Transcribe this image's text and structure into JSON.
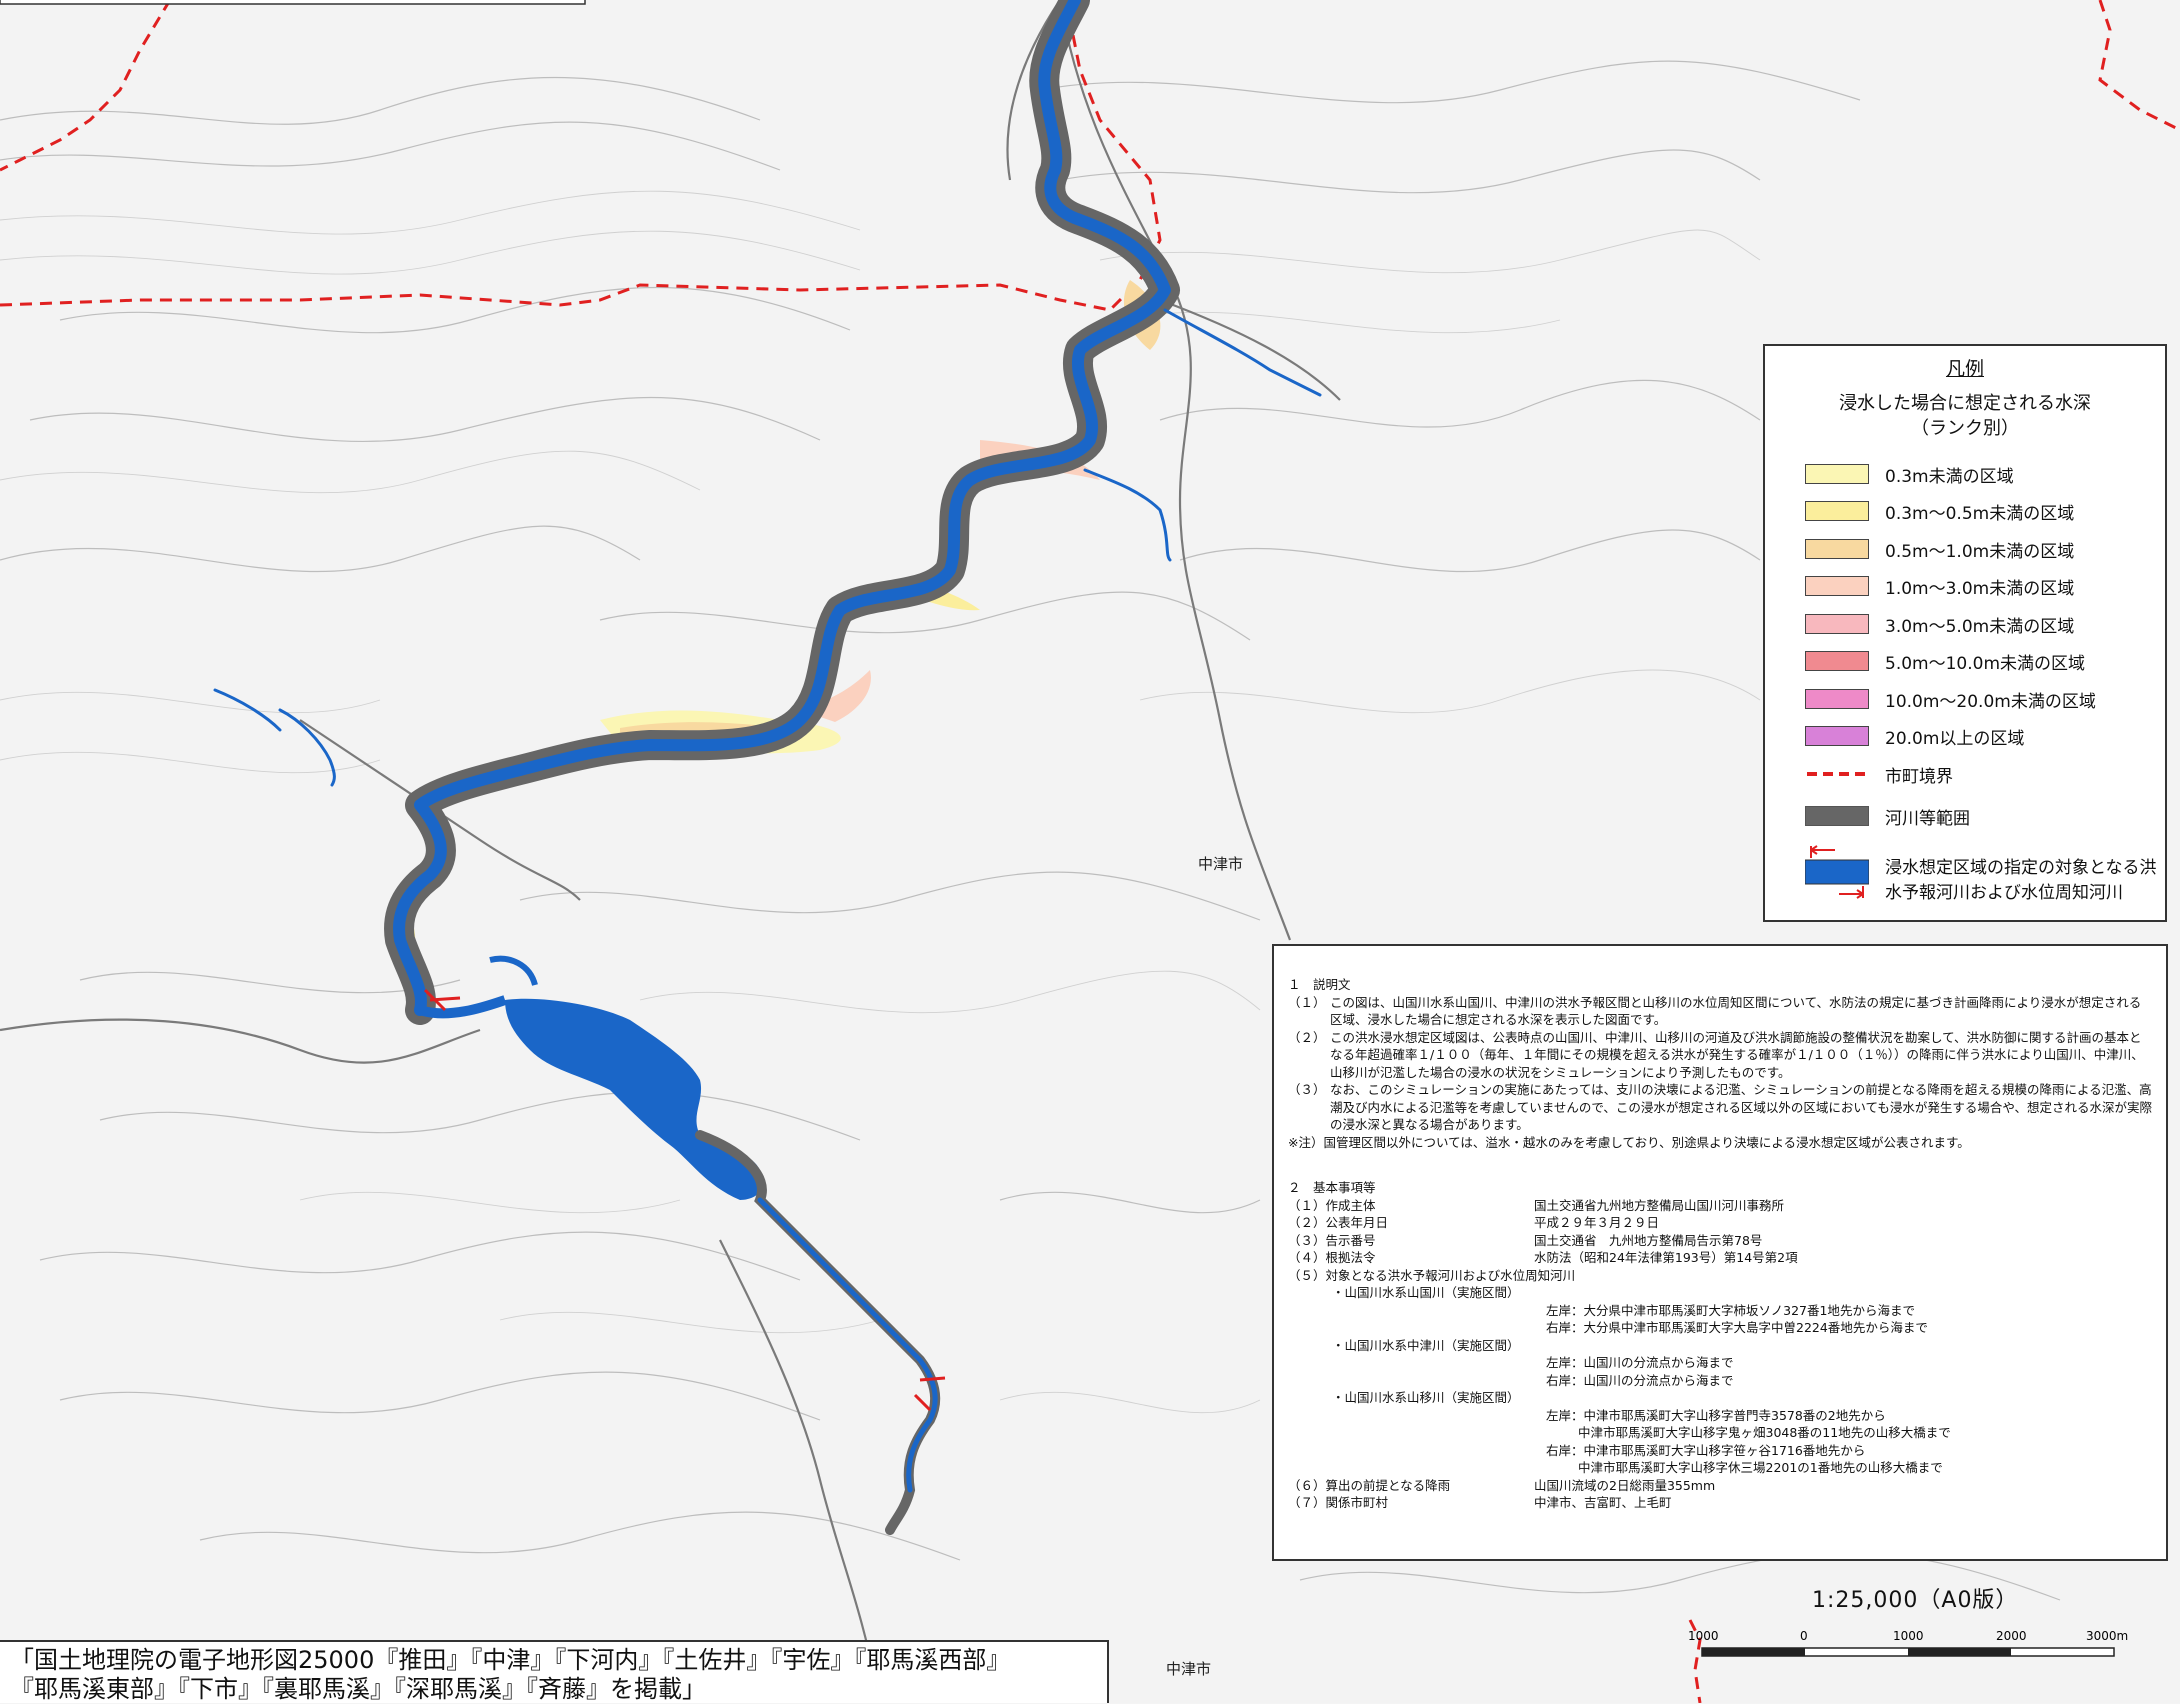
{
  "legend": {
    "title": "凡例",
    "subtitle_1": "浸水した場合に想定される水深",
    "subtitle_2": "（ランク別）",
    "items": [
      {
        "label": "0.3m未満の区域",
        "color": "#fbf6b4"
      },
      {
        "label": "0.3m～0.5m未満の区域",
        "color": "#fbee9c"
      },
      {
        "label": "0.5m～1.0m未満の区域",
        "color": "#f8d9a0"
      },
      {
        "label": "1.0m～3.0m未満の区域",
        "color": "#fbd1bf"
      },
      {
        "label": "3.0m～5.0m未満の区域",
        "color": "#f8b8be"
      },
      {
        "label": "5.0m～10.0m未満の区域",
        "color": "#f08a90"
      },
      {
        "label": "10.0m～20.0m未満の区域",
        "color": "#ee8ac8"
      },
      {
        "label": "20.0m以上の区域",
        "color": "#d881d8"
      }
    ],
    "boundary_label": "市町境界",
    "river_area_label": "河川等範囲",
    "target_river_label": "浸水想定区域の指定の対象となる洪水予報河川および水位周知河川",
    "boundary_color": "#e02020",
    "river_area_color": "#666666",
    "target_river_color": "#1a66c8"
  },
  "explanation": {
    "section1_title": "１　説明文",
    "s1_items": [
      {
        "no": "（１）",
        "text": "この図は、山国川水系山国川、中津川の洪水予報区間と山移川の水位周知区間について、水防法の規定に基づき計画降雨により浸水が想定される区域、浸水した場合に想定される水深を表示した図面です。"
      },
      {
        "no": "（２）",
        "text": "この洪水浸水想定区域図は、公表時点の山国川、中津川、山移川の河道及び洪水調節施設の整備状況を勘案して、洪水防御に関する計画の基本となる年超過確率１/１００（毎年、１年間にその規模を超える洪水が発生する確率が１/１００（１％））の降雨に伴う洪水により山国川、中津川、山移川が氾濫した場合の浸水の状況をシミュレーションにより予測したものです。"
      },
      {
        "no": "（３）",
        "text": "なお、このシミュレーションの実施にあたっては、支川の決壊による氾濫、シミュレーションの前提となる降雨を超える規模の降雨による氾濫、高潮及び内水による氾濫等を考慮していませんので、この浸水が想定される区域以外の区域においても浸水が発生する場合や、想定される水深が実際の浸水深と異なる場合があります。"
      }
    ],
    "note": "※注）国管理区間以外については、溢水・越水のみを考慮しており、別途県より決壊による浸水想定区域が公表されます。",
    "section2_title": "２　基本事項等",
    "s2_1_key": "（１）作成主体",
    "s2_1_val": "国土交通省九州地方整備局山国川河川事務所",
    "s2_2_key": "（２）公表年月日",
    "s2_2_val": "平成２９年３月２９日",
    "s2_3_key": "（３）告示番号",
    "s2_3_val": "国土交通省　九州地方整備局告示第78号",
    "s2_4_key": "（４）根拠法令",
    "s2_4_val": "水防法（昭和24年法律第193号）第14号第2項",
    "s2_5_key": "（５）対象となる洪水予報河川および水位周知河川",
    "r1_name": "・山国川水系山国川（実施区間）",
    "r1_left": "左岸：大分県中津市耶馬溪町大字柿坂ソノ327番1地先から海まで",
    "r1_right": "右岸：大分県中津市耶馬溪町大字大島字中曽2224番地先から海まで",
    "r2_name": "・山国川水系中津川（実施区間）",
    "r2_left": "左岸：山国川の分流点から海まで",
    "r2_right": "右岸：山国川の分流点から海まで",
    "r3_name": "・山国川水系山移川（実施区間）",
    "r3_left_1": "左岸：中津市耶馬溪町大字山移字普門寺3578番の2地先から",
    "r3_left_2": "中津市耶馬溪町大字山移字鬼ヶ畑3048番の11地先の山移大橋まで",
    "r3_right_1": "右岸：中津市耶馬溪町大字山移字笹ヶ谷1716番地先から",
    "r3_right_2": "中津市耶馬溪町大字山移字休三場2201の1番地先の山移大橋まで",
    "s2_6_key": "（６）算出の前提となる降雨",
    "s2_6_val": "山国川流域の2日総雨量355mm",
    "s2_7_key": "（７）関係市町村",
    "s2_7_val": "中津市、吉富町、上毛町"
  },
  "scale": {
    "text": "1:25,000（A0版）",
    "ticks": [
      "1000",
      "0",
      "1000",
      "2000",
      "3000m"
    ]
  },
  "map_labels": {
    "city_1": "中津市",
    "city_2": "中津市"
  },
  "credit": {
    "line1": "「国土地理院の電子地形図25000『推田』『中津』『下河内』『土佐井』『宇佐』『耶馬溪西部』",
    "line2": "『耶馬溪東部』『下市』『裏耶馬溪』『深耶馬溪』『斉藤』を掲載」"
  }
}
